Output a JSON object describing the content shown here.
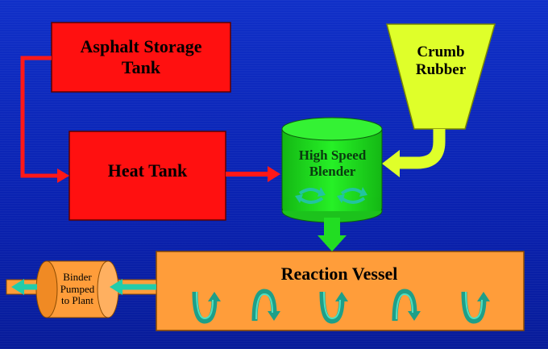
{
  "diagram": {
    "nodes": {
      "asphalt_storage_tank": {
        "label_line1": "Asphalt Storage",
        "label_line2": "Tank",
        "color": "#ff1010"
      },
      "heat_tank": {
        "label": "Heat Tank",
        "color": "#ff1010"
      },
      "crumb_rubber": {
        "label_line1": "Crumb",
        "label_line2": "Rubber",
        "color": "#dfff2a"
      },
      "high_speed_blender": {
        "label_line1": "High Speed",
        "label_line2": "Blender",
        "color": "#22ee22"
      },
      "reaction_vessel": {
        "label": "Reaction Vessel",
        "color": "#ff9d3a"
      },
      "binder_pump": {
        "label_line1": "Binder",
        "label_line2": "Pumped",
        "label_line3": "to Plant",
        "color": "#ff9d3a"
      }
    },
    "edges": [
      {
        "from": "asphalt_storage_tank",
        "to": "heat_tank",
        "color": "#ff1818"
      },
      {
        "from": "heat_tank",
        "to": "high_speed_blender",
        "color": "#ff1818"
      },
      {
        "from": "crumb_rubber",
        "to": "high_speed_blender",
        "color": "#dfff2a"
      },
      {
        "from": "high_speed_blender",
        "to": "reaction_vessel",
        "color": "#22dd22"
      },
      {
        "from": "reaction_vessel",
        "to": "binder_pump",
        "color": "#22ccaa"
      },
      {
        "from": "binder_pump",
        "to": "plant",
        "color": "#22ccaa"
      }
    ],
    "background_color": "#0a22b0"
  }
}
